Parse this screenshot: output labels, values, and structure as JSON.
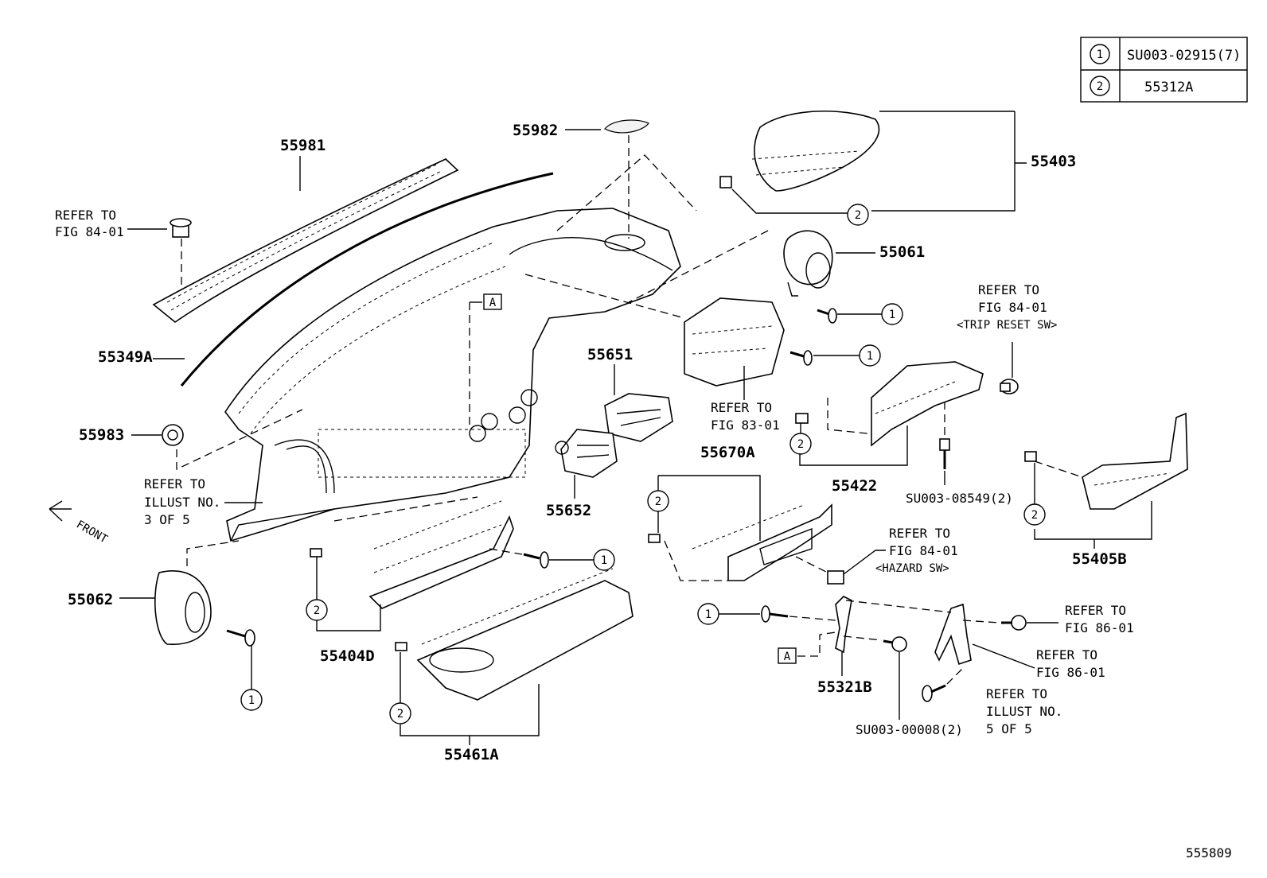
{
  "legend": {
    "rows": [
      {
        "symbol": "1",
        "part": "SU003-02915(7)"
      },
      {
        "symbol": "2",
        "part": "55312A"
      }
    ]
  },
  "labels": {
    "p55981": "55981",
    "p55982": "55982",
    "p55403": "55403",
    "p55061": "55061",
    "p55349a": "55349A",
    "p55983": "55983",
    "p55651": "55651",
    "p55652": "55652",
    "p55062": "55062",
    "p55404d": "55404D",
    "p55461a": "55461A",
    "p55670a": "55670A",
    "p55422": "55422",
    "p55405b": "55405B",
    "p55321b": "55321B",
    "su_08549": "SU003-08549(2)",
    "su_00008": "SU003-00008(2)",
    "box_a": "A",
    "front": "FRONT",
    "diagram_no": "555809"
  },
  "refs": {
    "fig8401_a": [
      "REFER TO",
      "FIG 84-01"
    ],
    "fig8301": [
      "REFER TO",
      "FIG 83-01"
    ],
    "trip_reset": [
      "REFER TO",
      "FIG 84-01",
      "<TRIP RESET SW>"
    ],
    "illust3": [
      "REFER TO",
      "ILLUST NO.",
      "3 OF 5"
    ],
    "hazard": [
      "REFER TO",
      "FIG 84-01",
      "<HAZARD SW>"
    ],
    "fig8601_a": [
      "REFER TO",
      "FIG 86-01"
    ],
    "fig8601_b": [
      "REFER TO",
      "FIG 86-01"
    ],
    "illust5": [
      "REFER TO",
      "ILLUST NO.",
      "5 OF 5"
    ]
  },
  "callouts": {
    "one": "1",
    "two": "2"
  }
}
